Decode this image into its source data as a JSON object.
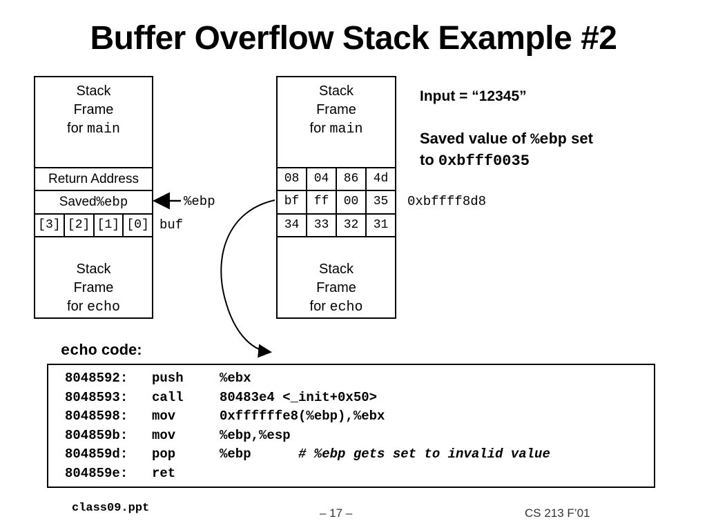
{
  "title": "Buffer Overflow Stack Example #2",
  "left_stack": {
    "main_frame": {
      "line1": "Stack",
      "line2": "Frame",
      "for": "for ",
      "fn": "main"
    },
    "return_address": "Return Address",
    "saved_ebp": {
      "label": "Saved ",
      "reg": "%ebp"
    },
    "buf_cells": [
      "[3]",
      "[2]",
      "[1]",
      "[0]"
    ],
    "echo_frame": {
      "line1": "Stack",
      "line2": "Frame",
      "for": "for ",
      "fn": "echo"
    },
    "ebp_pointer_label": "%ebp",
    "buf_label": "buf"
  },
  "right_stack": {
    "main_frame": {
      "line1": "Stack",
      "line2": "Frame",
      "for": "for ",
      "fn": "main"
    },
    "return_address_bytes": [
      "08",
      "04",
      "86",
      "4d"
    ],
    "saved_ebp_bytes": [
      "bf",
      "ff",
      "00",
      "35"
    ],
    "buf_bytes": [
      "34",
      "33",
      "32",
      "31"
    ],
    "echo_frame": {
      "line1": "Stack",
      "line2": "Frame",
      "for": "for ",
      "fn": "echo"
    },
    "address_label": "0xbffff8d8"
  },
  "notes": {
    "input": "Input = “12345”",
    "saved_prefix": "Saved value of ",
    "saved_reg": "%ebp",
    "saved_suffix": " set",
    "to_prefix": "to ",
    "to_value": "0xbfff0035"
  },
  "code_heading": {
    "mono": "echo",
    "text": " code:"
  },
  "code": [
    {
      "addr": "8048592:",
      "op": "push",
      "args": "%ebx",
      "comment": ""
    },
    {
      "addr": "8048593:",
      "op": "call",
      "args": "80483e4 <_init+0x50>",
      "comment": ""
    },
    {
      "addr": "8048598:",
      "op": "mov",
      "args": "0xffffffe8(%ebp),%ebx",
      "comment": ""
    },
    {
      "addr": "804859b:",
      "op": "mov",
      "args": "%ebp,%esp",
      "comment": ""
    },
    {
      "addr": "804859d:",
      "op": "pop",
      "args": "%ebp",
      "comment": "# %ebp gets set to invalid value"
    },
    {
      "addr": "804859e:",
      "op": "ret",
      "args": "",
      "comment": ""
    }
  ],
  "footer": {
    "left": "class09.ppt",
    "center": "– 17 –",
    "right": "CS 213 F’01"
  }
}
